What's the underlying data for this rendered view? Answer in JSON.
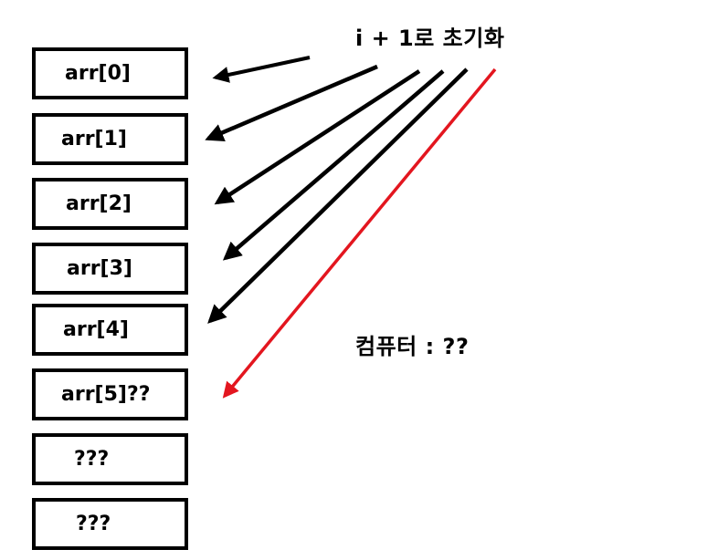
{
  "cells": [
    {
      "label": "arr[0]"
    },
    {
      "label": "arr[1]"
    },
    {
      "label": "arr[2]"
    },
    {
      "label": "arr[3]"
    },
    {
      "label": "arr[4]"
    },
    {
      "label": "arr[5]??"
    },
    {
      "label": "???"
    },
    {
      "label": "???"
    }
  ],
  "annotations": {
    "init_note": "i + 1로 초기화",
    "computer_note": "컴퓨터 : ??"
  },
  "colors": {
    "box_border": "#000000",
    "normal_arrow": "#000000",
    "overflow_arrow": "#e3161f"
  }
}
